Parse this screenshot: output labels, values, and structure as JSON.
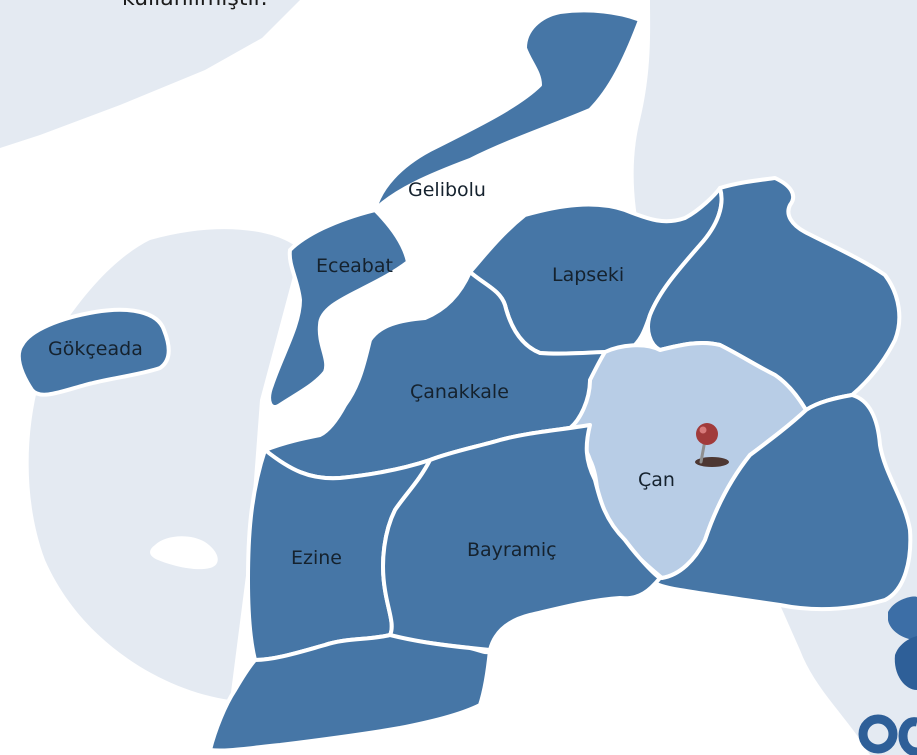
{
  "caption": "kullanılmıştır.",
  "colors": {
    "district_fill": "#4676a6",
    "selected_fill": "#b8cde6",
    "background_land": "#e4eaf2",
    "sea": "#ffffff",
    "pin": "#a13b3b",
    "logo": "#2e5f98"
  },
  "selected_district": "Çan",
  "districts": [
    {
      "id": "gokceada",
      "label": "Gökçeada"
    },
    {
      "id": "gelibolu",
      "label": "Gelibolu"
    },
    {
      "id": "eceabat",
      "label": "Eceabat"
    },
    {
      "id": "lapseki",
      "label": "Lapseki"
    },
    {
      "id": "biga",
      "label": ""
    },
    {
      "id": "canakkale",
      "label": "Çanakkale"
    },
    {
      "id": "can",
      "label": "Çan"
    },
    {
      "id": "yenice",
      "label": ""
    },
    {
      "id": "ezine",
      "label": "Ezine"
    },
    {
      "id": "bayramic",
      "label": "Bayramiç"
    },
    {
      "id": "ayvacik",
      "label": ""
    }
  ],
  "marker_icon": "map-pin-icon",
  "logo_icon": "brand-logo-icon"
}
